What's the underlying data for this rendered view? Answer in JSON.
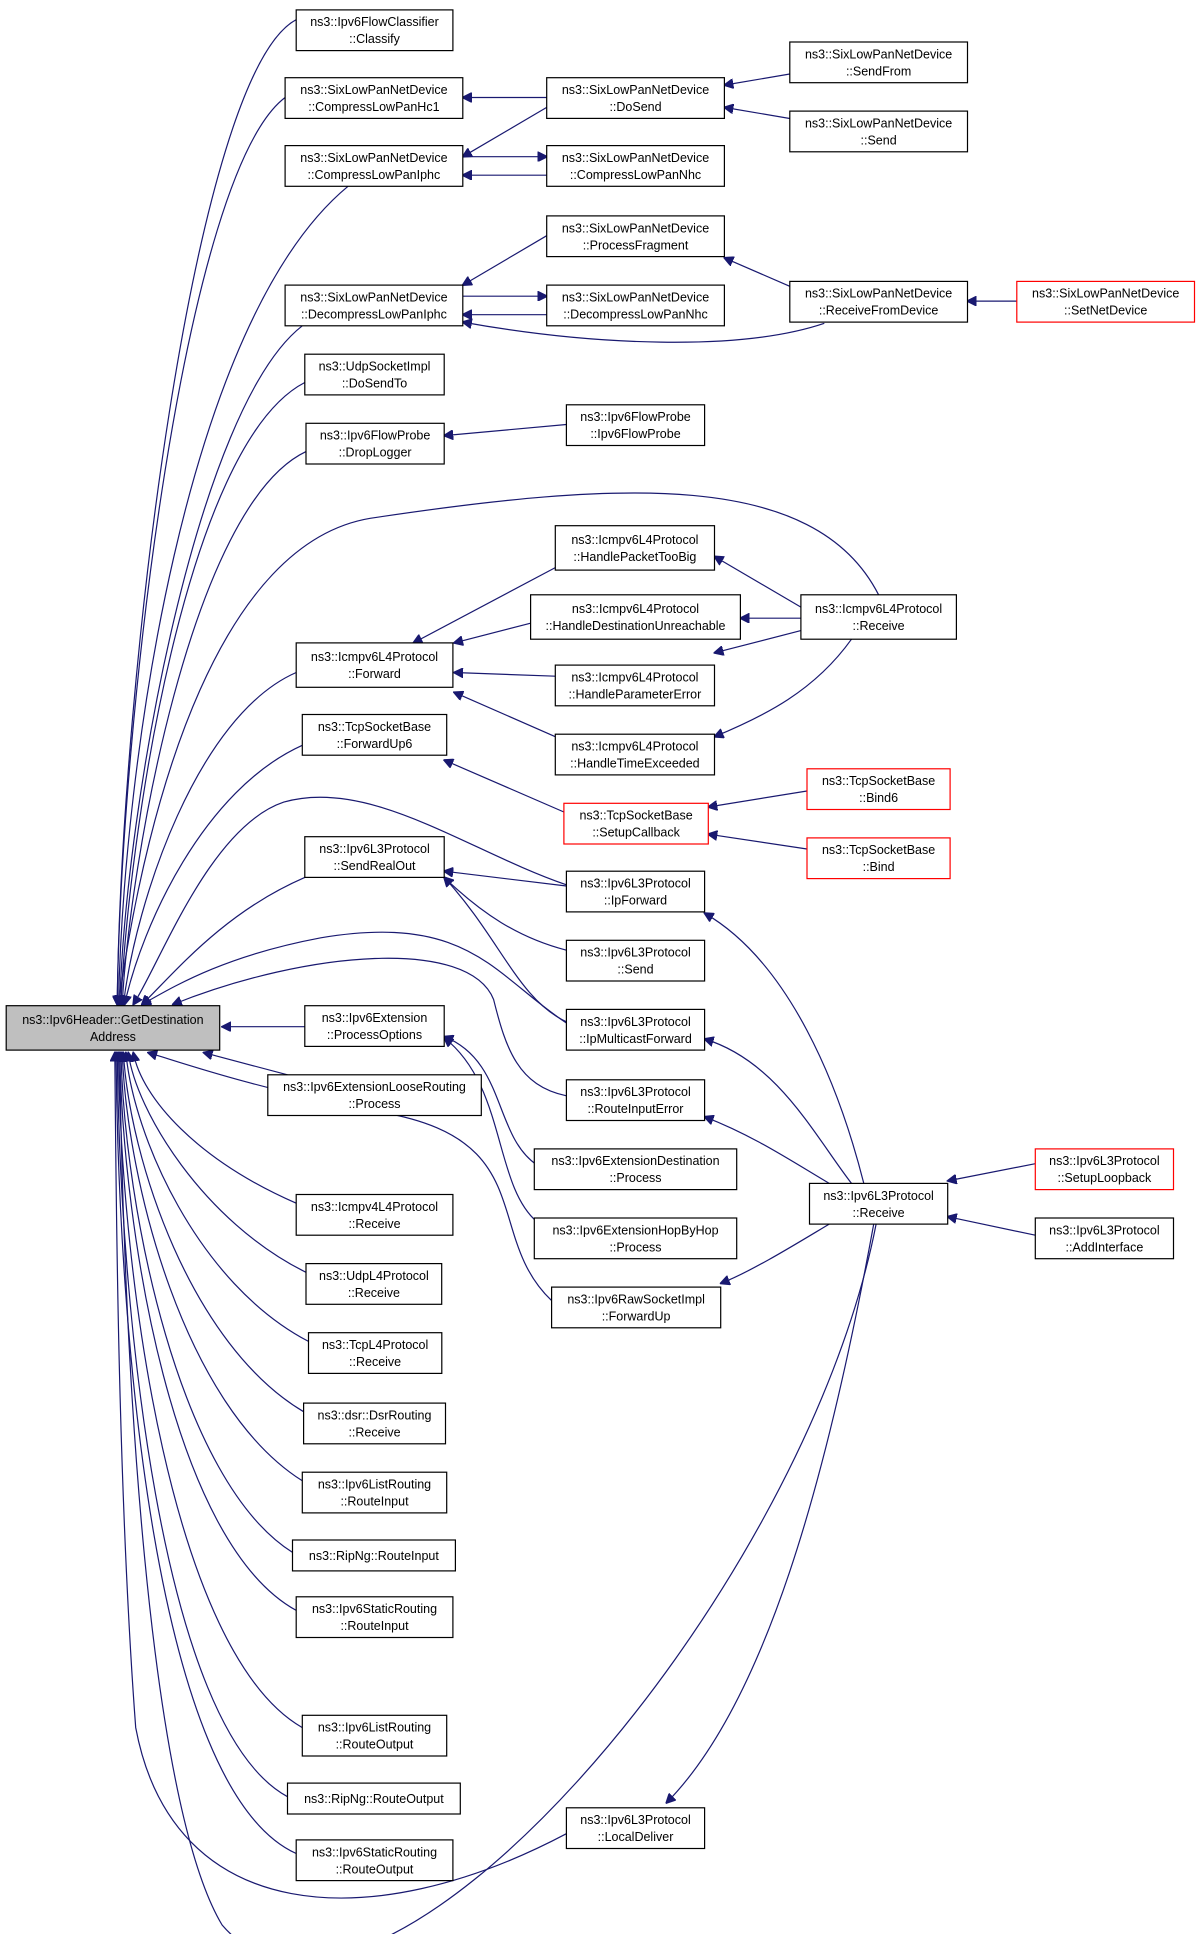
{
  "colors": {
    "edge": "#191970",
    "node_border": "#000000",
    "node_border_truncated": "#ff0000",
    "root_fill": "#bfbfbf",
    "node_fill": "#ffffff"
  },
  "nodes": [
    {
      "id": "root",
      "lines": [
        "ns3::Ipv6Header::GetDestination",
        "Address"
      ],
      "root": true
    },
    {
      "id": "flowclassify",
      "lines": [
        "ns3::Ipv6FlowClassifier",
        "::Classify"
      ]
    },
    {
      "id": "compresshc1",
      "lines": [
        "ns3::SixLowPanNetDevice",
        "::CompressLowPanHc1"
      ]
    },
    {
      "id": "compressiphc",
      "lines": [
        "ns3::SixLowPanNetDevice",
        "::CompressLowPanIphc"
      ]
    },
    {
      "id": "decompressiphc",
      "lines": [
        "ns3::SixLowPanNetDevice",
        "::DecompressLowPanIphc"
      ]
    },
    {
      "id": "udpsocketimpl",
      "lines": [
        "ns3::UdpSocketImpl",
        "::DoSendTo"
      ]
    },
    {
      "id": "droplogger",
      "lines": [
        "ns3::Ipv6FlowProbe",
        "::DropLogger"
      ]
    },
    {
      "id": "icmpforward",
      "lines": [
        "ns3::Icmpv6L4Protocol",
        "::Forward"
      ]
    },
    {
      "id": "tcpforwardup6",
      "lines": [
        "ns3::TcpSocketBase",
        "::ForwardUp6"
      ]
    },
    {
      "id": "sendrealout",
      "lines": [
        "ns3::Ipv6L3Protocol",
        "::SendRealOut"
      ]
    },
    {
      "id": "processoptions",
      "lines": [
        "ns3::Ipv6Extension",
        "::ProcessOptions"
      ]
    },
    {
      "id": "looserouting",
      "lines": [
        "ns3::Ipv6ExtensionLooseRouting",
        "::Process"
      ]
    },
    {
      "id": "icmpv4receive",
      "lines": [
        "ns3::Icmpv4L4Protocol",
        "::Receive"
      ]
    },
    {
      "id": "udpl4receive",
      "lines": [
        "ns3::UdpL4Protocol",
        "::Receive"
      ]
    },
    {
      "id": "tcpl4receive",
      "lines": [
        "ns3::TcpL4Protocol",
        "::Receive"
      ]
    },
    {
      "id": "dsrreceive",
      "lines": [
        "ns3::dsr::DsrRouting",
        "::Receive"
      ]
    },
    {
      "id": "listrouteinput",
      "lines": [
        "ns3::Ipv6ListRouting",
        "::RouteInput"
      ]
    },
    {
      "id": "ripnginput",
      "lines": [
        "ns3::RipNg::RouteInput"
      ]
    },
    {
      "id": "staticinput",
      "lines": [
        "ns3::Ipv6StaticRouting",
        "::RouteInput"
      ]
    },
    {
      "id": "listrouteoutput",
      "lines": [
        "ns3::Ipv6ListRouting",
        "::RouteOutput"
      ]
    },
    {
      "id": "ripngoutput",
      "lines": [
        "ns3::RipNg::RouteOutput"
      ]
    },
    {
      "id": "staticoutput",
      "lines": [
        "ns3::Ipv6StaticRouting",
        "::RouteOutput"
      ]
    },
    {
      "id": "dosend",
      "lines": [
        "ns3::SixLowPanNetDevice",
        "::DoSend"
      ]
    },
    {
      "id": "compressnhc",
      "lines": [
        "ns3::SixLowPanNetDevice",
        "::CompressLowPanNhc"
      ]
    },
    {
      "id": "processfragment",
      "lines": [
        "ns3::SixLowPanNetDevice",
        "::ProcessFragment"
      ]
    },
    {
      "id": "decompressnhc",
      "lines": [
        "ns3::SixLowPanNetDevice",
        "::DecompressLowPanNhc"
      ]
    },
    {
      "id": "flowprobe",
      "lines": [
        "ns3::Ipv6FlowProbe",
        "::Ipv6FlowProbe"
      ]
    },
    {
      "id": "packettoobig",
      "lines": [
        "ns3::Icmpv6L4Protocol",
        "::HandlePacketTooBig"
      ]
    },
    {
      "id": "destunreach",
      "lines": [
        "ns3::Icmpv6L4Protocol",
        "::HandleDestinationUnreachable"
      ]
    },
    {
      "id": "paramerror",
      "lines": [
        "ns3::Icmpv6L4Protocol",
        "::HandleParameterError"
      ]
    },
    {
      "id": "timeexceeded",
      "lines": [
        "ns3::Icmpv6L4Protocol",
        "::HandleTimeExceeded"
      ]
    },
    {
      "id": "setupcallback",
      "lines": [
        "ns3::TcpSocketBase",
        "::SetupCallback"
      ],
      "truncated": true
    },
    {
      "id": "ipforward",
      "lines": [
        "ns3::Ipv6L3Protocol",
        "::IpForward"
      ]
    },
    {
      "id": "l3send",
      "lines": [
        "ns3::Ipv6L3Protocol",
        "::Send"
      ]
    },
    {
      "id": "ipmulticast",
      "lines": [
        "ns3::Ipv6L3Protocol",
        "::IpMulticastForward"
      ]
    },
    {
      "id": "routeinputerror",
      "lines": [
        "ns3::Ipv6L3Protocol",
        "::RouteInputError"
      ]
    },
    {
      "id": "extdest",
      "lines": [
        "ns3::Ipv6ExtensionDestination",
        "::Process"
      ]
    },
    {
      "id": "exthopbyhop",
      "lines": [
        "ns3::Ipv6ExtensionHopByHop",
        "::Process"
      ]
    },
    {
      "id": "rawforwardup",
      "lines": [
        "ns3::Ipv6RawSocketImpl",
        "::ForwardUp"
      ]
    },
    {
      "id": "localdeliver",
      "lines": [
        "ns3::Ipv6L3Protocol",
        "::LocalDeliver"
      ]
    },
    {
      "id": "sendfrom",
      "lines": [
        "ns3::SixLowPanNetDevice",
        "::SendFrom"
      ]
    },
    {
      "id": "sixsend",
      "lines": [
        "ns3::SixLowPanNetDevice",
        "::Send"
      ]
    },
    {
      "id": "receivefromdevice",
      "lines": [
        "ns3::SixLowPanNetDevice",
        "::ReceiveFromDevice"
      ]
    },
    {
      "id": "icmpv6receive",
      "lines": [
        "ns3::Icmpv6L4Protocol",
        "::Receive"
      ]
    },
    {
      "id": "bind6",
      "lines": [
        "ns3::TcpSocketBase",
        "::Bind6"
      ],
      "truncated": true
    },
    {
      "id": "bind",
      "lines": [
        "ns3::TcpSocketBase",
        "::Bind"
      ],
      "truncated": true
    },
    {
      "id": "l3receive",
      "lines": [
        "ns3::Ipv6L3Protocol",
        "::Receive"
      ]
    },
    {
      "id": "setnetdevice",
      "lines": [
        "ns3::SixLowPanNetDevice",
        "::SetNetDevice"
      ],
      "truncated": true
    },
    {
      "id": "setuploopback",
      "lines": [
        "ns3::Ipv6L3Protocol",
        "::SetupLoopback"
      ],
      "truncated": true
    },
    {
      "id": "addinterface",
      "lines": [
        "ns3::Ipv6L3Protocol",
        "::AddInterface"
      ]
    }
  ],
  "edges": [
    [
      "flowclassify",
      "root"
    ],
    [
      "compresshc1",
      "root"
    ],
    [
      "compressiphc",
      "root"
    ],
    [
      "decompressiphc",
      "root"
    ],
    [
      "udpsocketimpl",
      "root"
    ],
    [
      "droplogger",
      "root"
    ],
    [
      "icmpforward",
      "root"
    ],
    [
      "tcpforwardup6",
      "root"
    ],
    [
      "sendrealout",
      "root"
    ],
    [
      "processoptions",
      "root"
    ],
    [
      "looserouting",
      "root"
    ],
    [
      "icmpv4receive",
      "root"
    ],
    [
      "udpl4receive",
      "root"
    ],
    [
      "tcpl4receive",
      "root"
    ],
    [
      "dsrreceive",
      "root"
    ],
    [
      "listrouteinput",
      "root"
    ],
    [
      "ripnginput",
      "root"
    ],
    [
      "staticinput",
      "root"
    ],
    [
      "listrouteoutput",
      "root"
    ],
    [
      "ripngoutput",
      "root"
    ],
    [
      "staticoutput",
      "root"
    ],
    [
      "ipforward",
      "root"
    ],
    [
      "ipmulticast",
      "root"
    ],
    [
      "routeinputerror",
      "root"
    ],
    [
      "rawforwardup",
      "root"
    ],
    [
      "l3receive",
      "root"
    ],
    [
      "localdeliver",
      "root"
    ],
    [
      "icmpv6receive",
      "root"
    ],
    [
      "dosend",
      "compresshc1"
    ],
    [
      "dosend",
      "compressiphc"
    ],
    [
      "compressnhc",
      "compressiphc"
    ],
    [
      "compressiphc",
      "compressnhc"
    ],
    [
      "processfragment",
      "decompressiphc"
    ],
    [
      "decompressnhc",
      "decompressiphc"
    ],
    [
      "decompressiphc",
      "decompressnhc"
    ],
    [
      "receivefromdevice",
      "decompressiphc"
    ],
    [
      "flowprobe",
      "droplogger"
    ],
    [
      "packettoobig",
      "icmpforward"
    ],
    [
      "destunreach",
      "icmpforward"
    ],
    [
      "paramerror",
      "icmpforward"
    ],
    [
      "timeexceeded",
      "icmpforward"
    ],
    [
      "setupcallback",
      "tcpforwardup6"
    ],
    [
      "ipforward",
      "sendrealout"
    ],
    [
      "l3send",
      "sendrealout"
    ],
    [
      "ipmulticast",
      "sendrealout"
    ],
    [
      "extdest",
      "processoptions"
    ],
    [
      "exthopbyhop",
      "processoptions"
    ],
    [
      "sendfrom",
      "dosend"
    ],
    [
      "sixsend",
      "dosend"
    ],
    [
      "receivefromdevice",
      "processfragment"
    ],
    [
      "setnetdevice",
      "receivefromdevice"
    ],
    [
      "icmpv6receive",
      "packettoobig"
    ],
    [
      "icmpv6receive",
      "destunreach"
    ],
    [
      "icmpv6receive",
      "paramerror"
    ],
    [
      "icmpv6receive",
      "timeexceeded"
    ],
    [
      "bind6",
      "setupcallback"
    ],
    [
      "bind",
      "setupcallback"
    ],
    [
      "l3receive",
      "ipforward"
    ],
    [
      "l3receive",
      "ipmulticast"
    ],
    [
      "l3receive",
      "routeinputerror"
    ],
    [
      "l3receive",
      "rawforwardup"
    ],
    [
      "l3receive",
      "localdeliver"
    ],
    [
      "setuploopback",
      "l3receive"
    ],
    [
      "addinterface",
      "l3receive"
    ]
  ]
}
